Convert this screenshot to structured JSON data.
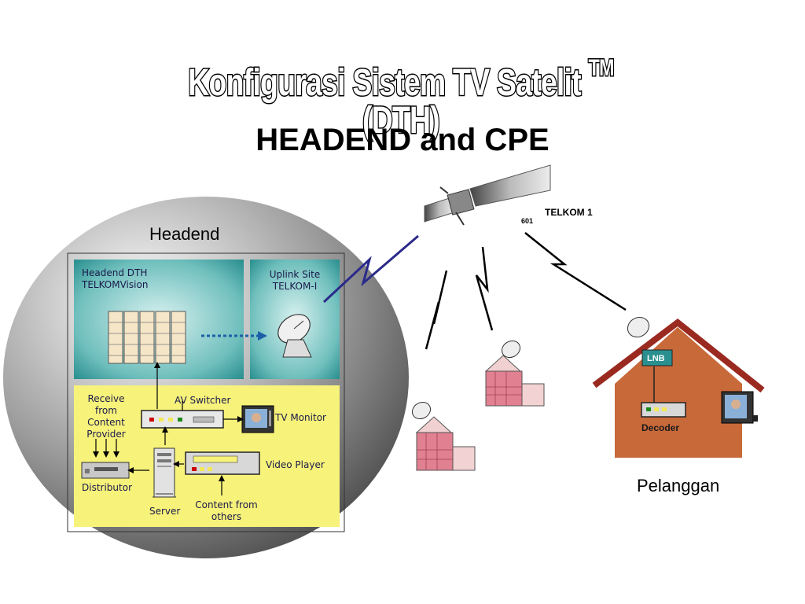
{
  "title": {
    "main": "Konfigurasi Sistem TV Satelit",
    "tm": "TM",
    "main_suffix": "(DTH)",
    "subtitle": "HEADEND and CPE"
  },
  "headend": {
    "label": "Headend",
    "dth_box": {
      "line1": "Headend DTH",
      "line2": "TELKOMVision"
    },
    "uplink_box": {
      "line1": "Uplink Site",
      "line2": "TELKOM-I"
    },
    "receive": [
      "Receive",
      "from",
      "Content",
      "Provider"
    ],
    "av_switcher": "AV Switcher",
    "tv_monitor": "TV Monitor",
    "video_player": "Video Player",
    "distributor": "Distributor",
    "server": "Server",
    "content_others": [
      "Content from",
      "others"
    ]
  },
  "satellite": {
    "name": "TELKOM 1",
    "number": "601"
  },
  "customer": {
    "label": "Pelanggan",
    "lnb": "LNB",
    "decoder": "Decoder"
  },
  "colors": {
    "teal": "#2a8f8f",
    "yellow": "#f7f27a",
    "house": "#c8693a",
    "roof": "#9a2a20",
    "bolt": "#2a2a8a"
  }
}
